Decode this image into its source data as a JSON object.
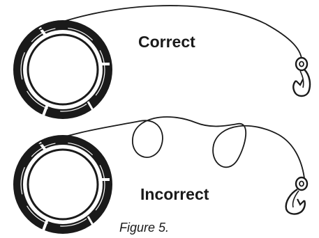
{
  "labels": {
    "correct": "Correct",
    "incorrect": "Incorrect"
  },
  "caption": "Figure 5.",
  "icons": {
    "coil": "cable-coil-icon",
    "hook": "hook-icon"
  },
  "colors": {
    "ink": "#1a1a1a",
    "background": "#ffffff"
  }
}
